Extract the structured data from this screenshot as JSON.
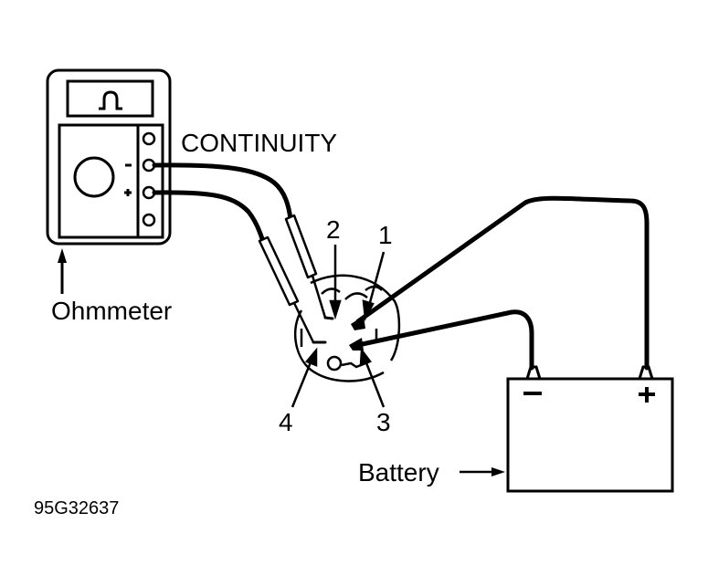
{
  "diagram": {
    "meter": {
      "display_symbol": "Ω-like pulse",
      "minus_label": "-",
      "plus_label": "+",
      "callout": "Ohmmeter"
    },
    "mode_label": "CONTINUITY",
    "terminals": [
      "1",
      "2",
      "3",
      "4"
    ],
    "battery": {
      "callout": "Battery",
      "negative_label": "−",
      "positive_label": "+"
    },
    "figure_id": "95G32637",
    "colors": {
      "ink": "#000000",
      "background": "#ffffff"
    }
  }
}
